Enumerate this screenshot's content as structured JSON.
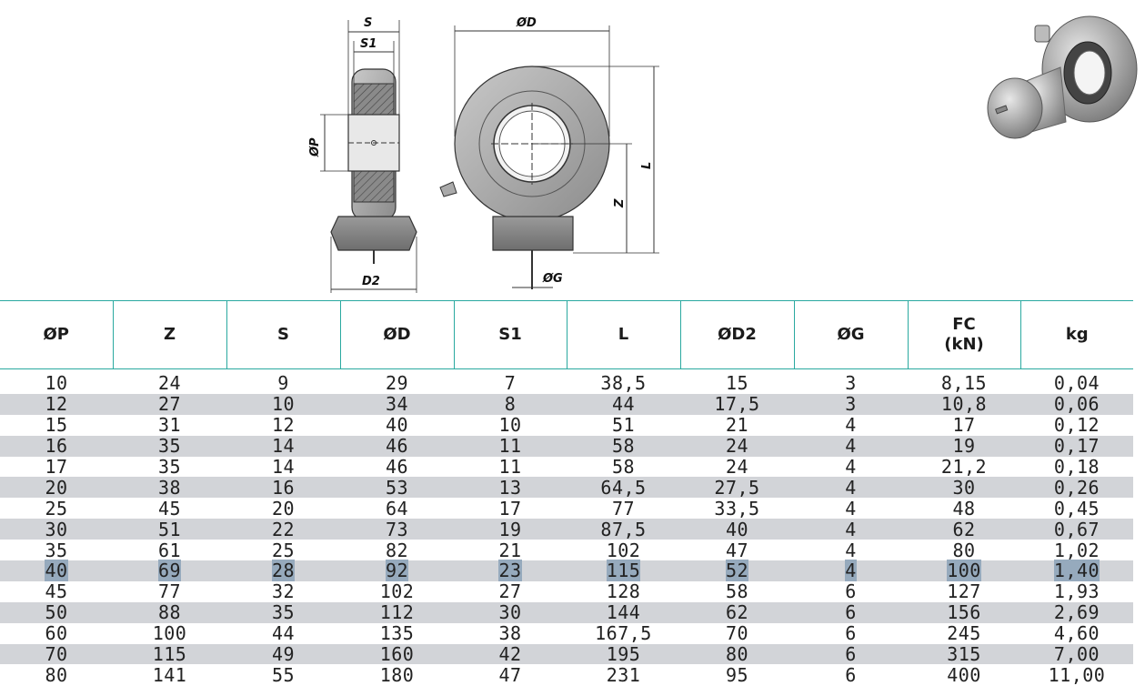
{
  "drawing": {
    "dim_S": "S",
    "dim_S1": "S1",
    "dim_P": "ØP",
    "dim_D2": "D2",
    "dim_D": "ØD",
    "dim_L": "L",
    "dim_Z": "Z",
    "dim_G": "ØG"
  },
  "table": {
    "headers": [
      "ØP",
      "Z",
      "S",
      "ØD",
      "S1",
      "L",
      "ØD2",
      "ØG",
      "FC\n(kN)",
      "kg"
    ],
    "header_fc_line1": "FC",
    "header_fc_line2": "(kN)",
    "selected_row_index": 9,
    "rows": [
      [
        "10",
        "24",
        "9",
        "29",
        "7",
        "38,5",
        "15",
        "3",
        "8,15",
        "0,04"
      ],
      [
        "12",
        "27",
        "10",
        "34",
        "8",
        "44",
        "17,5",
        "3",
        "10,8",
        "0,06"
      ],
      [
        "15",
        "31",
        "12",
        "40",
        "10",
        "51",
        "21",
        "4",
        "17",
        "0,12"
      ],
      [
        "16",
        "35",
        "14",
        "46",
        "11",
        "58",
        "24",
        "4",
        "19",
        "0,17"
      ],
      [
        "17",
        "35",
        "14",
        "46",
        "11",
        "58",
        "24",
        "4",
        "21,2",
        "0,18"
      ],
      [
        "20",
        "38",
        "16",
        "53",
        "13",
        "64,5",
        "27,5",
        "4",
        "30",
        "0,26"
      ],
      [
        "25",
        "45",
        "20",
        "64",
        "17",
        "77",
        "33,5",
        "4",
        "48",
        "0,45"
      ],
      [
        "30",
        "51",
        "22",
        "73",
        "19",
        "87,5",
        "40",
        "4",
        "62",
        "0,67"
      ],
      [
        "35",
        "61",
        "25",
        "82",
        "21",
        "102",
        "47",
        "4",
        "80",
        "1,02"
      ],
      [
        "40",
        "69",
        "28",
        "92",
        "23",
        "115",
        "52",
        "4",
        "100",
        "1,40"
      ],
      [
        "45",
        "77",
        "32",
        "102",
        "27",
        "128",
        "58",
        "6",
        "127",
        "1,93"
      ],
      [
        "50",
        "88",
        "35",
        "112",
        "30",
        "144",
        "62",
        "6",
        "156",
        "2,69"
      ],
      [
        "60",
        "100",
        "44",
        "135",
        "38",
        "167,5",
        "70",
        "6",
        "245",
        "4,60"
      ],
      [
        "70",
        "115",
        "49",
        "160",
        "42",
        "195",
        "80",
        "6",
        "315",
        "7,00"
      ],
      [
        "80",
        "141",
        "55",
        "180",
        "47",
        "231",
        "95",
        "6",
        "400",
        "11,00"
      ]
    ]
  }
}
